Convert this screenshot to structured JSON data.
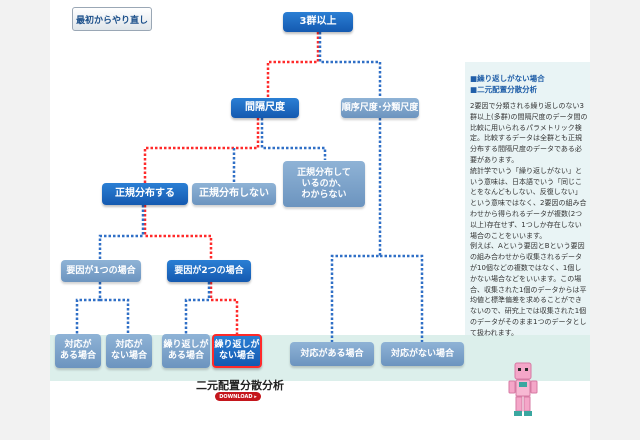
{
  "restart_label": "最初からやり直し",
  "nodes": {
    "three_groups": "3群以上",
    "interval": "間隔尺度",
    "ordinal": "順序尺度･分類尺度",
    "normal": "正規分布する",
    "not_normal": "正規分布しない",
    "unknown": "正規分布して\nいるのか、\nわからない",
    "factor1": "要因が1つの場合",
    "factor2": "要因が2つの場合",
    "f1_paired": "対応が\nある場合",
    "f1_unpaired": "対応が\nない場合",
    "f2_repeated": "繰り返しが\nある場合",
    "f2_norepeat": "繰り返しが\nない場合",
    "ord_paired": "対応がある場合",
    "ord_unpaired": "対応がない場合"
  },
  "panel": {
    "heading1": "■繰り返しがない場合",
    "heading2": "■二元配置分散分析",
    "paragraphs": [
      "2要因で分類される繰り返しのない3群以上(多群)の間隔尺度のデータ間の比較に用いられるパラメトリック検定。比較するデータは全群とも正規分布する間隔尺度のデータである必要があります。",
      "統計学でいう「繰り返しがない」という意味は、日本語でいう「同じことをなんどもしない、反復しない」という意味ではなく、2要因の組み合わせから得られるデータが複数(2つ以上)存在せず、1つしか存在しない場合のことをいいます。",
      "例えば、Aという要因とBという要因の組み合わせから収集されるデータが10個などの複数ではなく、1個しかない場合などをいいます。この場合、収集された1個のデータからは平均値と標準偏差を求めることができないので、研究上では収集された1個のデータがそのまま1つのデータとして扱われます。"
    ]
  },
  "result_label": "二元配置分散分析",
  "download_label": "DOWNLOAD ▸",
  "colors": {
    "selected_path": "#ff2a2a",
    "other_path": "#2f6fc6",
    "dark_node": "#1a66c2",
    "light_node": "#7fa5cc",
    "band": "#dcefeb"
  }
}
